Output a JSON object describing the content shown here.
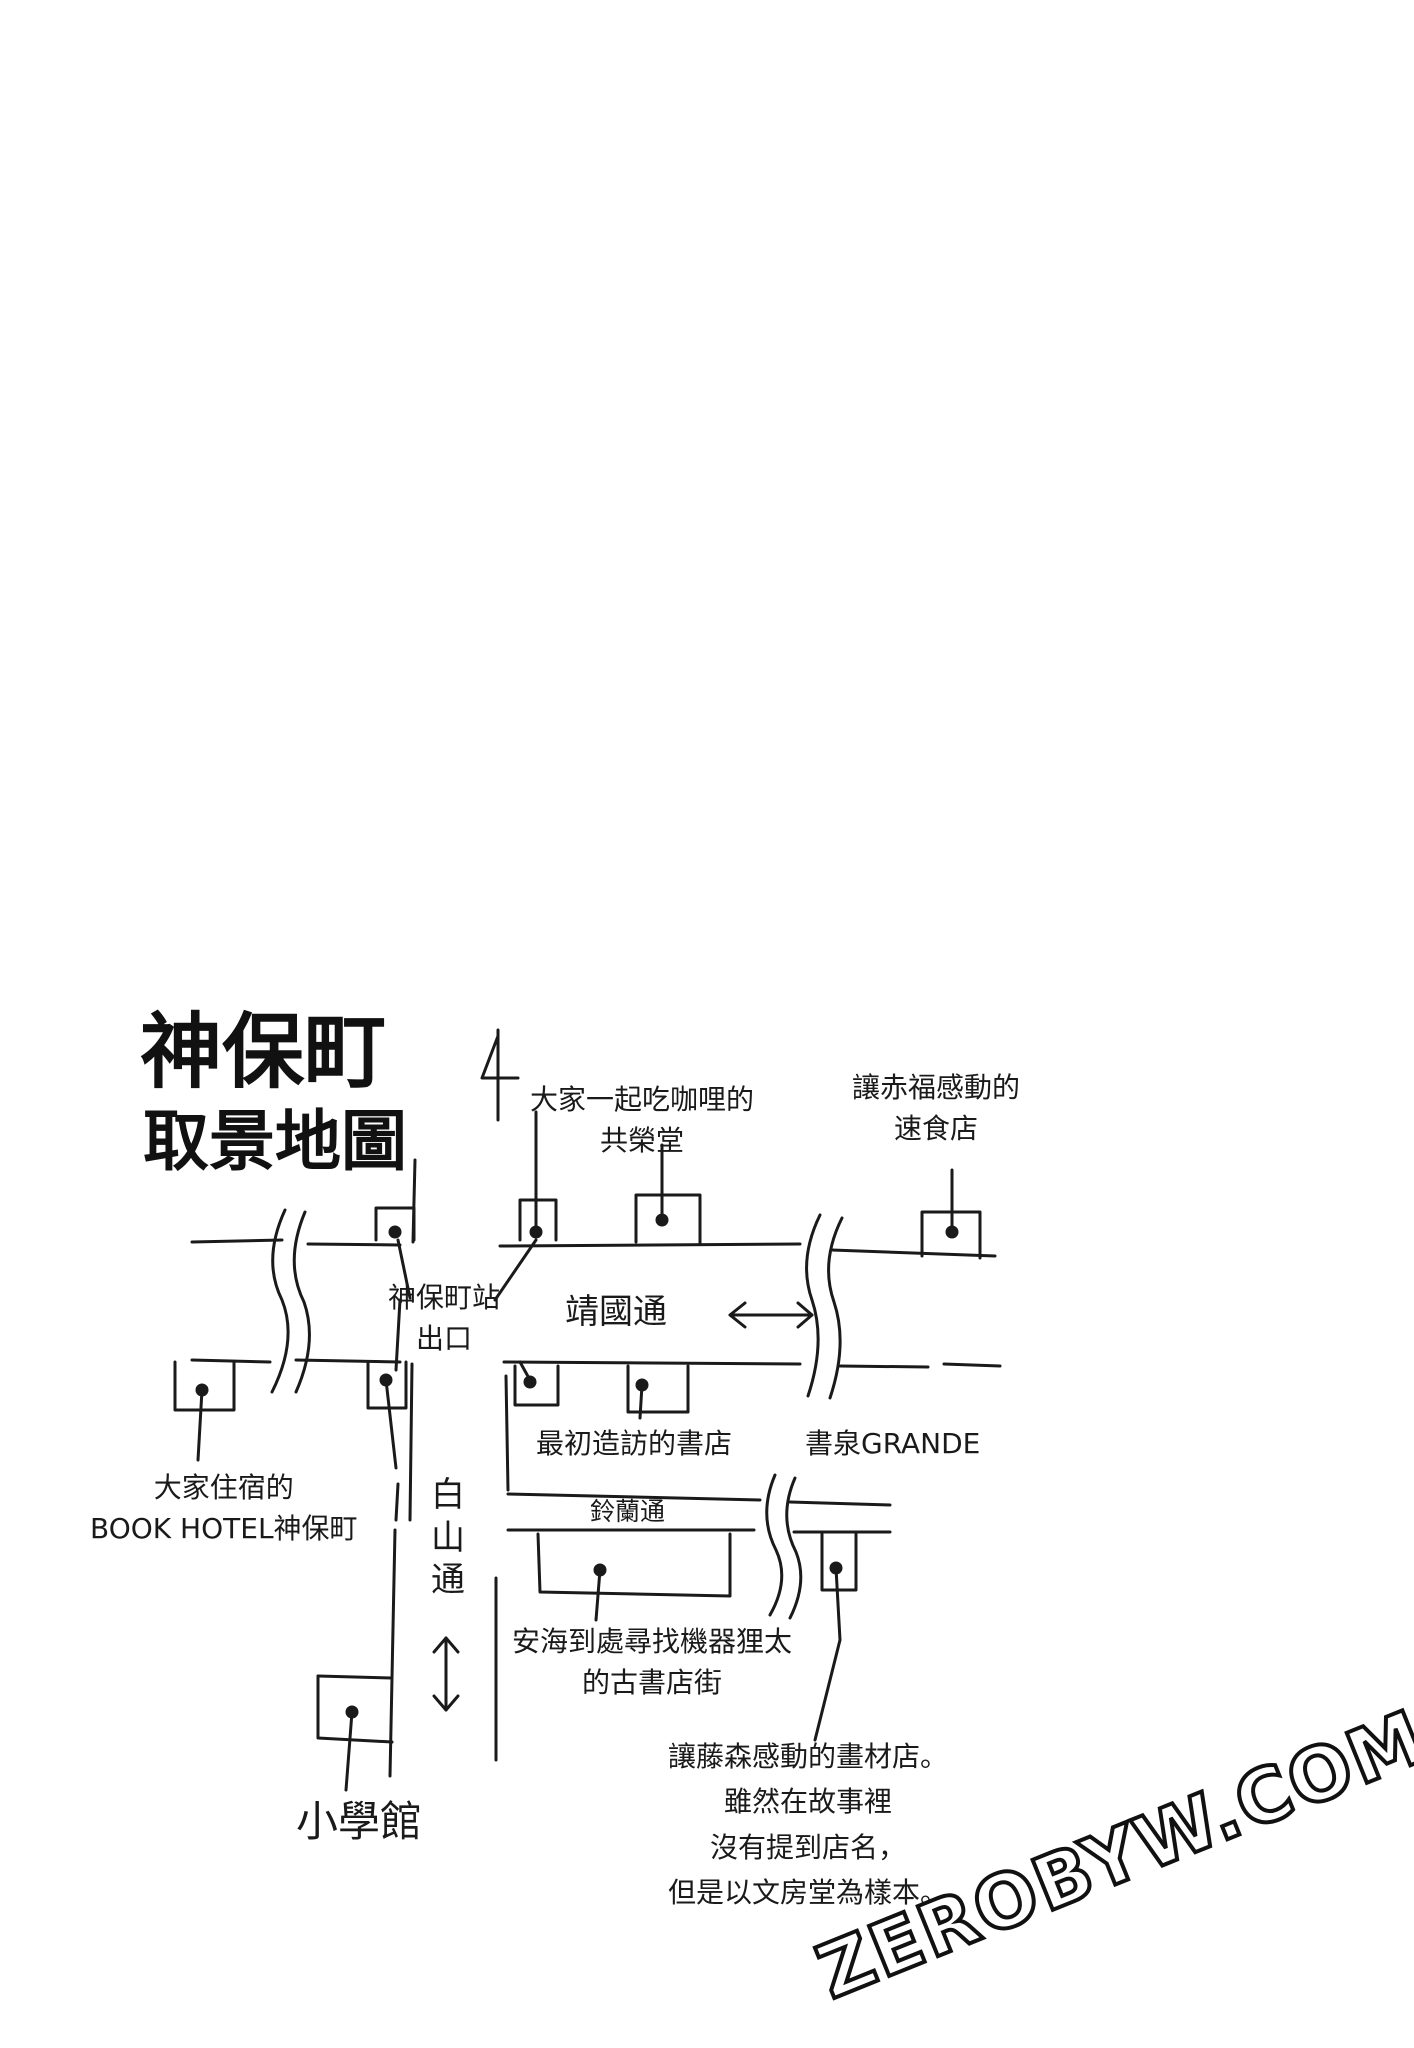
{
  "title": {
    "line1": "神保町",
    "line2": "取景地圖"
  },
  "roads": {
    "yasukuni": "靖國通",
    "suzuran": "鈴蘭通",
    "hakusan": "白山通"
  },
  "places": {
    "station_exit": "神保町站\n出口",
    "kyoeido": "大家一起吃咖哩的\n共榮堂",
    "fastfood": "讓赤福感動的\n速食店",
    "first_bookstore": "最初造訪的書店",
    "shosen_grande": "書泉GRANDE",
    "book_hotel": "大家住宿的\nBOOK HOTEL神保町",
    "shogakukan": "小學館",
    "old_bookstreet": "安海到處尋找機器狸太\n的古書店街",
    "art_supply": "讓藤森感動的畫材店。\n雖然在故事裡\n沒有提到店名，\n但是以文房堂為樣本。"
  },
  "north_marker": "4",
  "watermark": {
    "text": "ZEROBYW.COM"
  },
  "colors": {
    "ink": "#1a1a1a",
    "paper": "#ffffff"
  }
}
